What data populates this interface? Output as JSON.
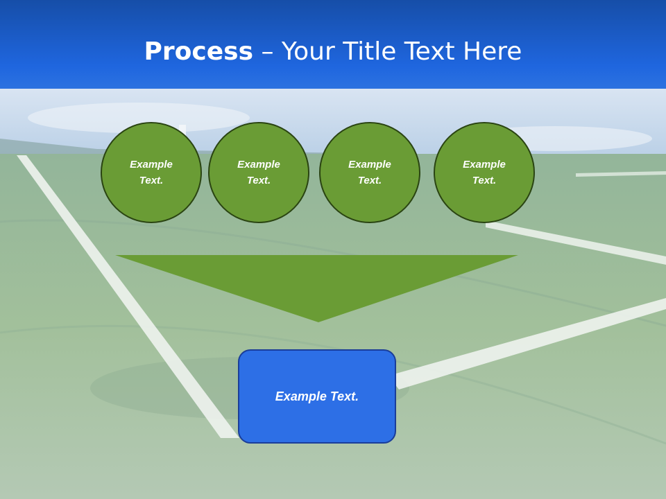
{
  "slide": {
    "title_bold": "Process",
    "title_rest": " – Your Title Text Here",
    "circles": [
      {
        "text": "Example Text."
      },
      {
        "text": "Example Text."
      },
      {
        "text": "Example Text."
      },
      {
        "text": "Example Text."
      }
    ],
    "box_text": "Example Text."
  },
  "colors": {
    "title_bar": "#1b5fd6",
    "circle_fill": "#6a9c35",
    "arrow_fill": "#6a9c35",
    "box_fill": "#2d6fe6",
    "grass": "#9dbb9a"
  }
}
